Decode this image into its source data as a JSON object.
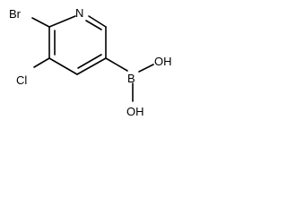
{
  "molecule": {
    "atoms": {
      "bromine": "Br",
      "ring_nitrogen": "N",
      "chlorine": "Cl",
      "boron": "B",
      "hydroxyl_upper": "OH",
      "hydroxyl_lower": "OH"
    }
  }
}
